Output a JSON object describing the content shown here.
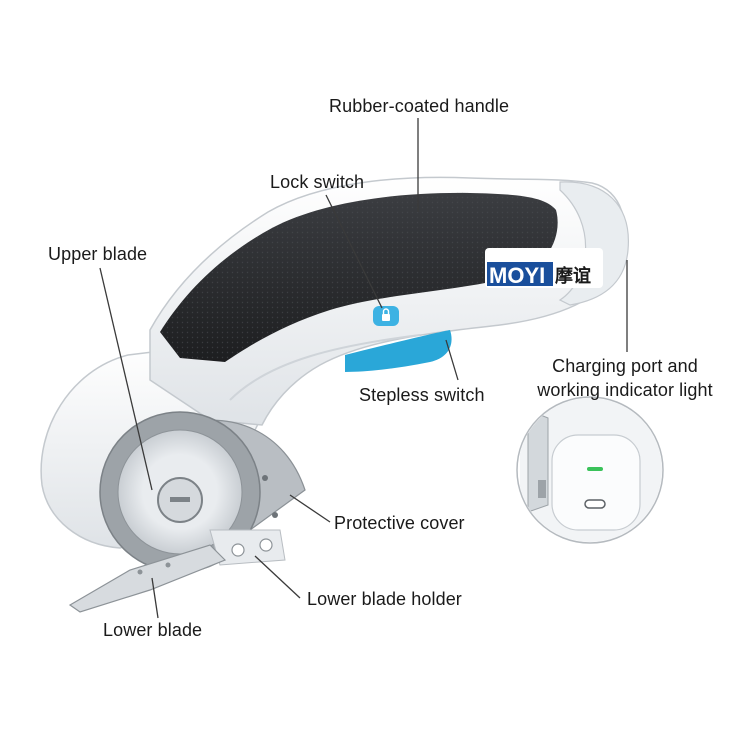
{
  "brand": {
    "logo_latin": "MOYI",
    "logo_cjk": "摩谊"
  },
  "labels": {
    "rubber_handle": "Rubber-coated handle",
    "lock_switch": "Lock switch",
    "upper_blade": "Upper blade",
    "charging_port_line1": "Charging port and",
    "charging_port_line2": "working indicator light",
    "stepless_switch": "Stepless switch",
    "protective_cover": "Protective cover",
    "lower_blade_holder": "Lower blade holder",
    "lower_blade": "Lower blade"
  },
  "colors": {
    "body_white": "#f4f6f8",
    "handle_black": "#2a2c2f",
    "accent_blue": "#2aa7d8",
    "blade_grey": "#9da3a8",
    "indicator_green": "#3ac25a"
  },
  "icons": {
    "lock": "lock-icon",
    "rotation_arrow": "rotation-arrow-icon",
    "usb_c_port": "usb-c-port-icon",
    "indicator_light": "indicator-light-icon"
  }
}
